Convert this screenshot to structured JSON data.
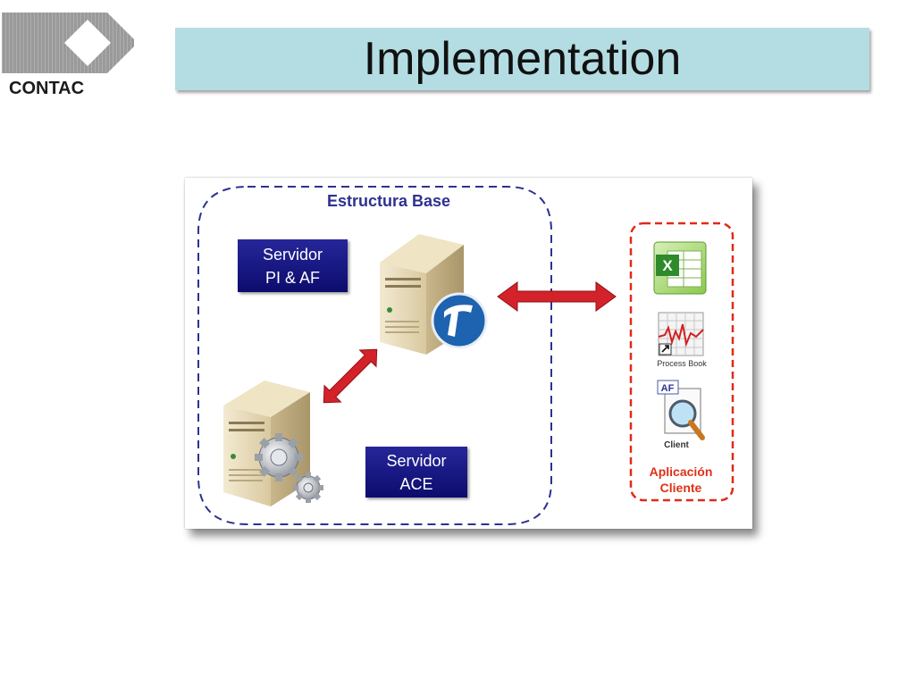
{
  "logo": {
    "text": "CONTAC"
  },
  "header": {
    "title": "Implementation"
  },
  "diagram": {
    "group_title": "Estructura Base",
    "server_pi_af": {
      "line1": "Servidor",
      "line2": "PI & AF"
    },
    "server_ace": {
      "line1": "Servidor",
      "line2": "ACE"
    },
    "client_group": {
      "line1": "Aplicación",
      "line2": "Cliente"
    },
    "process_book_label": "Process Book",
    "af_badge": "AF",
    "client_label": "Client",
    "colors": {
      "group_border": "#2e3190",
      "client_border": "#e02a1a",
      "arrow": "#d4222a",
      "box": "#1a1a88"
    }
  }
}
